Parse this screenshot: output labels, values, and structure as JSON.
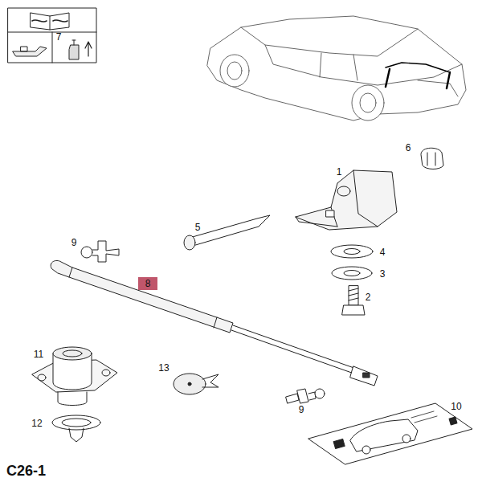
{
  "diagram": {
    "caption": "C26-1",
    "nodes": [
      {
        "text": [
          "8"
        ]
      }
    ],
    "labels": [
      "7",
      "6",
      "1",
      "5",
      "4",
      "9",
      "3",
      "2",
      "11",
      "13",
      "10",
      "9",
      "12"
    ]
  }
}
